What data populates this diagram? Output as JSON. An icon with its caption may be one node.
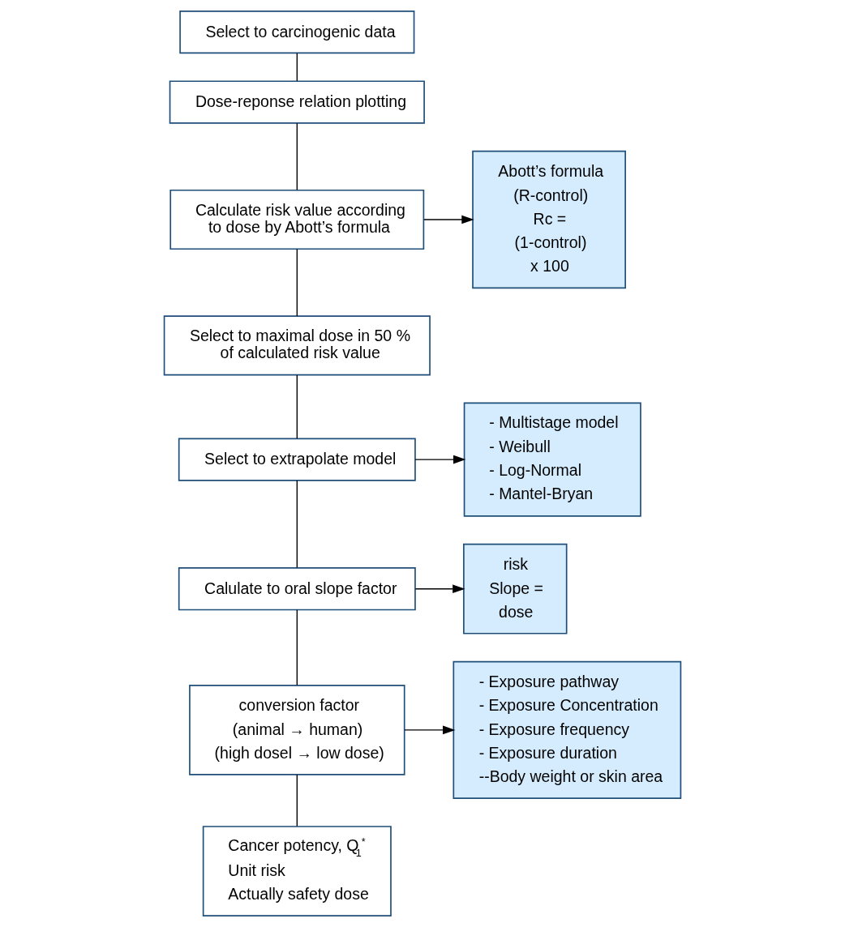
{
  "diagram": {
    "nodes": [
      {
        "text": [
          "Select to carcinogenic data"
        ]
      },
      {
        "text": [
          "Dose-reponse relation plotting"
        ]
      },
      {
        "text": [
          "Calculate risk value according to dose by Abott’s formula"
        ]
      },
      {
        "text": [
          "Abott’s formula",
          "(R-control)",
          "Rc =",
          "(1-control)",
          "x 100"
        ]
      },
      {
        "text": [
          "Select to maximal dose in 50 % of calculated risk value"
        ]
      },
      {
        "text": [
          "Select to extrapolate model"
        ]
      },
      {
        "text": [
          "- Multistage model",
          "- Weibull",
          "- Log-Normal",
          "- Mantel-Bryan"
        ]
      },
      {
        "text": [
          "Calulate to oral slope factor"
        ]
      },
      {
        "text": [
          "risk",
          "Slope =",
          "dose"
        ]
      },
      {
        "text": [
          "conversion factor",
          "(animal → human)",
          "(high dosel → low dose)"
        ]
      },
      {
        "text": [
          "- Exposure pathway",
          "- Exposure Concentration",
          "- Exposure frequency",
          "- Exposure duration",
          "--Body weight or skin area"
        ]
      },
      {
        "text": [
          "Cancer potency, Q$_{1}$$^{*}$",
          "Unit risk",
          "Actually safety dose"
        ]
      }
    ],
    "edges": [
      {
        "from": 0,
        "to": 1,
        "arrow": "none"
      },
      {
        "from": 1,
        "to": 2,
        "arrow": "none"
      },
      {
        "from": 2,
        "to": 3,
        "arrow": "to"
      },
      {
        "from": 2,
        "to": 4,
        "arrow": "none"
      },
      {
        "from": 4,
        "to": 5,
        "arrow": "none"
      },
      {
        "from": 5,
        "to": 6,
        "arrow": "to"
      },
      {
        "from": 5,
        "to": 7,
        "arrow": "none"
      },
      {
        "from": 7,
        "to": 8,
        "arrow": "to"
      },
      {
        "from": 7,
        "to": 9,
        "arrow": "none"
      },
      {
        "from": 9,
        "to": 10,
        "arrow": "to"
      },
      {
        "from": 9,
        "to": 11,
        "arrow": "none"
      }
    ]
  }
}
